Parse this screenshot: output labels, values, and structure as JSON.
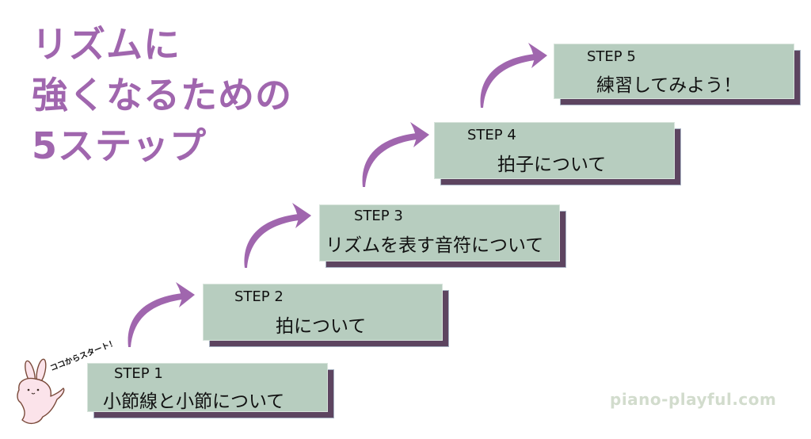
{
  "title": {
    "lines": [
      "リズムに",
      "強くなるための",
      "5ステップ"
    ],
    "color": "#a066ae"
  },
  "steps": [
    {
      "label": "STEP 1",
      "text": "小節線と小節について"
    },
    {
      "label": "STEP 2",
      "text": "拍について"
    },
    {
      "label": "STEP 3",
      "text": "リズムを表す音符について"
    },
    {
      "label": "STEP 4",
      "text": "拍子について"
    },
    {
      "label": "STEP 5",
      "text": "練習してみよう！"
    }
  ],
  "callout": "ココからスタート！",
  "character": "rabbit-mascot",
  "footer": "piano-playful.com",
  "colors": {
    "box_fill": "#b7cdbf",
    "box_shadow": "#5d4460",
    "arrow": "#a066ae",
    "footer": "#d2dccd"
  }
}
